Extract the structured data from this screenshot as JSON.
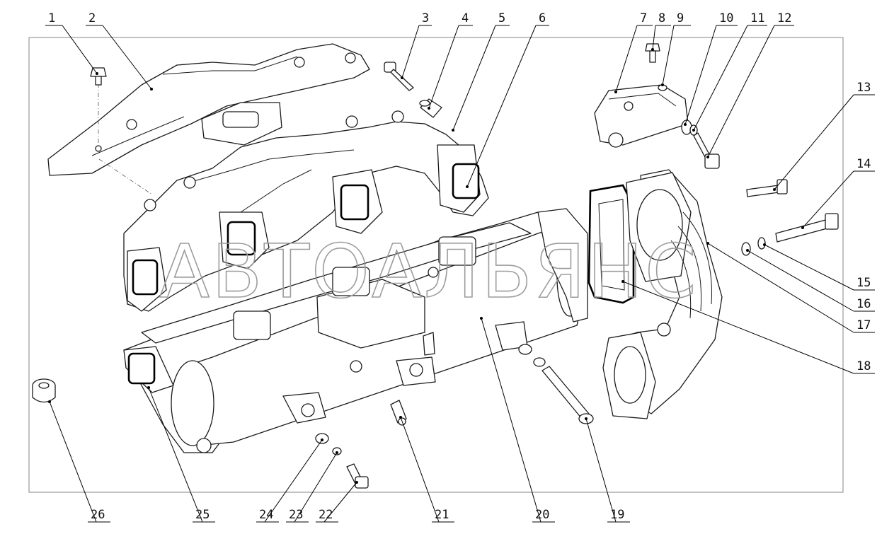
{
  "watermark": "АВТОАЛЬЯНС",
  "callouts": [
    {
      "id": "c1",
      "label": "1"
    },
    {
      "id": "c2",
      "label": "2"
    },
    {
      "id": "c3",
      "label": "3"
    },
    {
      "id": "c4",
      "label": "4"
    },
    {
      "id": "c5",
      "label": "5"
    },
    {
      "id": "c6",
      "label": "6"
    },
    {
      "id": "c7",
      "label": "7"
    },
    {
      "id": "c8",
      "label": "8"
    },
    {
      "id": "c9",
      "label": "9"
    },
    {
      "id": "c10",
      "label": "10"
    },
    {
      "id": "c11",
      "label": "11"
    },
    {
      "id": "c12",
      "label": "12"
    },
    {
      "id": "c13",
      "label": "13"
    },
    {
      "id": "c14",
      "label": "14"
    },
    {
      "id": "c15",
      "label": "15"
    },
    {
      "id": "c16",
      "label": "16"
    },
    {
      "id": "c17",
      "label": "17"
    },
    {
      "id": "c18",
      "label": "18"
    },
    {
      "id": "c19",
      "label": "19"
    },
    {
      "id": "c20",
      "label": "20"
    },
    {
      "id": "c21",
      "label": "21"
    },
    {
      "id": "c22",
      "label": "22"
    },
    {
      "id": "c23",
      "label": "23"
    },
    {
      "id": "c24",
      "label": "24"
    },
    {
      "id": "c25",
      "label": "25"
    },
    {
      "id": "c26",
      "label": "26"
    }
  ]
}
